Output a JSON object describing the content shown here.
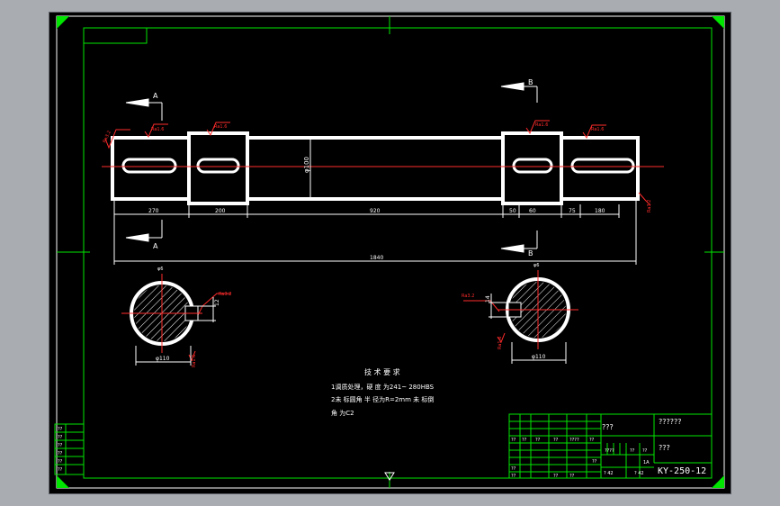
{
  "section_marks": {
    "a_top": "A",
    "a_bottom": "A",
    "b_top": "B",
    "b_bottom": "B"
  },
  "roughness": [
    "Ra3.2",
    "Ra1.6",
    "Ra1.6",
    "Ra1.6",
    "Ra1.6",
    "Ra3.2",
    "Ra3.2",
    "Ra1.6",
    "Ra3.2",
    "Ra1.6"
  ],
  "dimensions": {
    "d1": "270",
    "d2": "200",
    "d3": "920",
    "d4": "50",
    "d5": "60",
    "d6": "75",
    "d7": "180",
    "overall": "1840",
    "dia_main": "φ100",
    "sec_a_width": "φ110",
    "sec_a_key": "12",
    "sec_b_width": "φ110",
    "sec_b_key": "14",
    "sec_a_top": "φ6",
    "sec_b_top": "φ6"
  },
  "tech_notes": {
    "title": "技 术 要 求",
    "line1": "1调质处理，硬 度 为241~ 280HBS",
    "line2": "2未 标圆角 半 径为R=2mm 未 标倒",
    "line3": "角 为C2"
  },
  "title_block": {
    "name_left": "???",
    "name_right": "??????",
    "material": "???",
    "drawing_no": "KY-250-12",
    "row_small": [
      "?",
      "?",
      "?",
      "?",
      "?",
      "?",
      "?"
    ],
    "row2": [
      "??",
      "??",
      "??",
      "??",
      "????",
      "??",
      "??"
    ],
    "scale_header": [
      "????",
      "??",
      "??"
    ],
    "scale_vals": [
      "1A",
      "? 42",
      "? 42"
    ],
    "left_rows": [
      "?",
      "?",
      "?",
      "?",
      "?",
      "?"
    ],
    "bottom_rows": [
      "??",
      "??",
      "??",
      "??"
    ]
  },
  "revision_block": {
    "rows": [
      "??",
      "??",
      "??",
      "??",
      "??",
      "??"
    ]
  }
}
